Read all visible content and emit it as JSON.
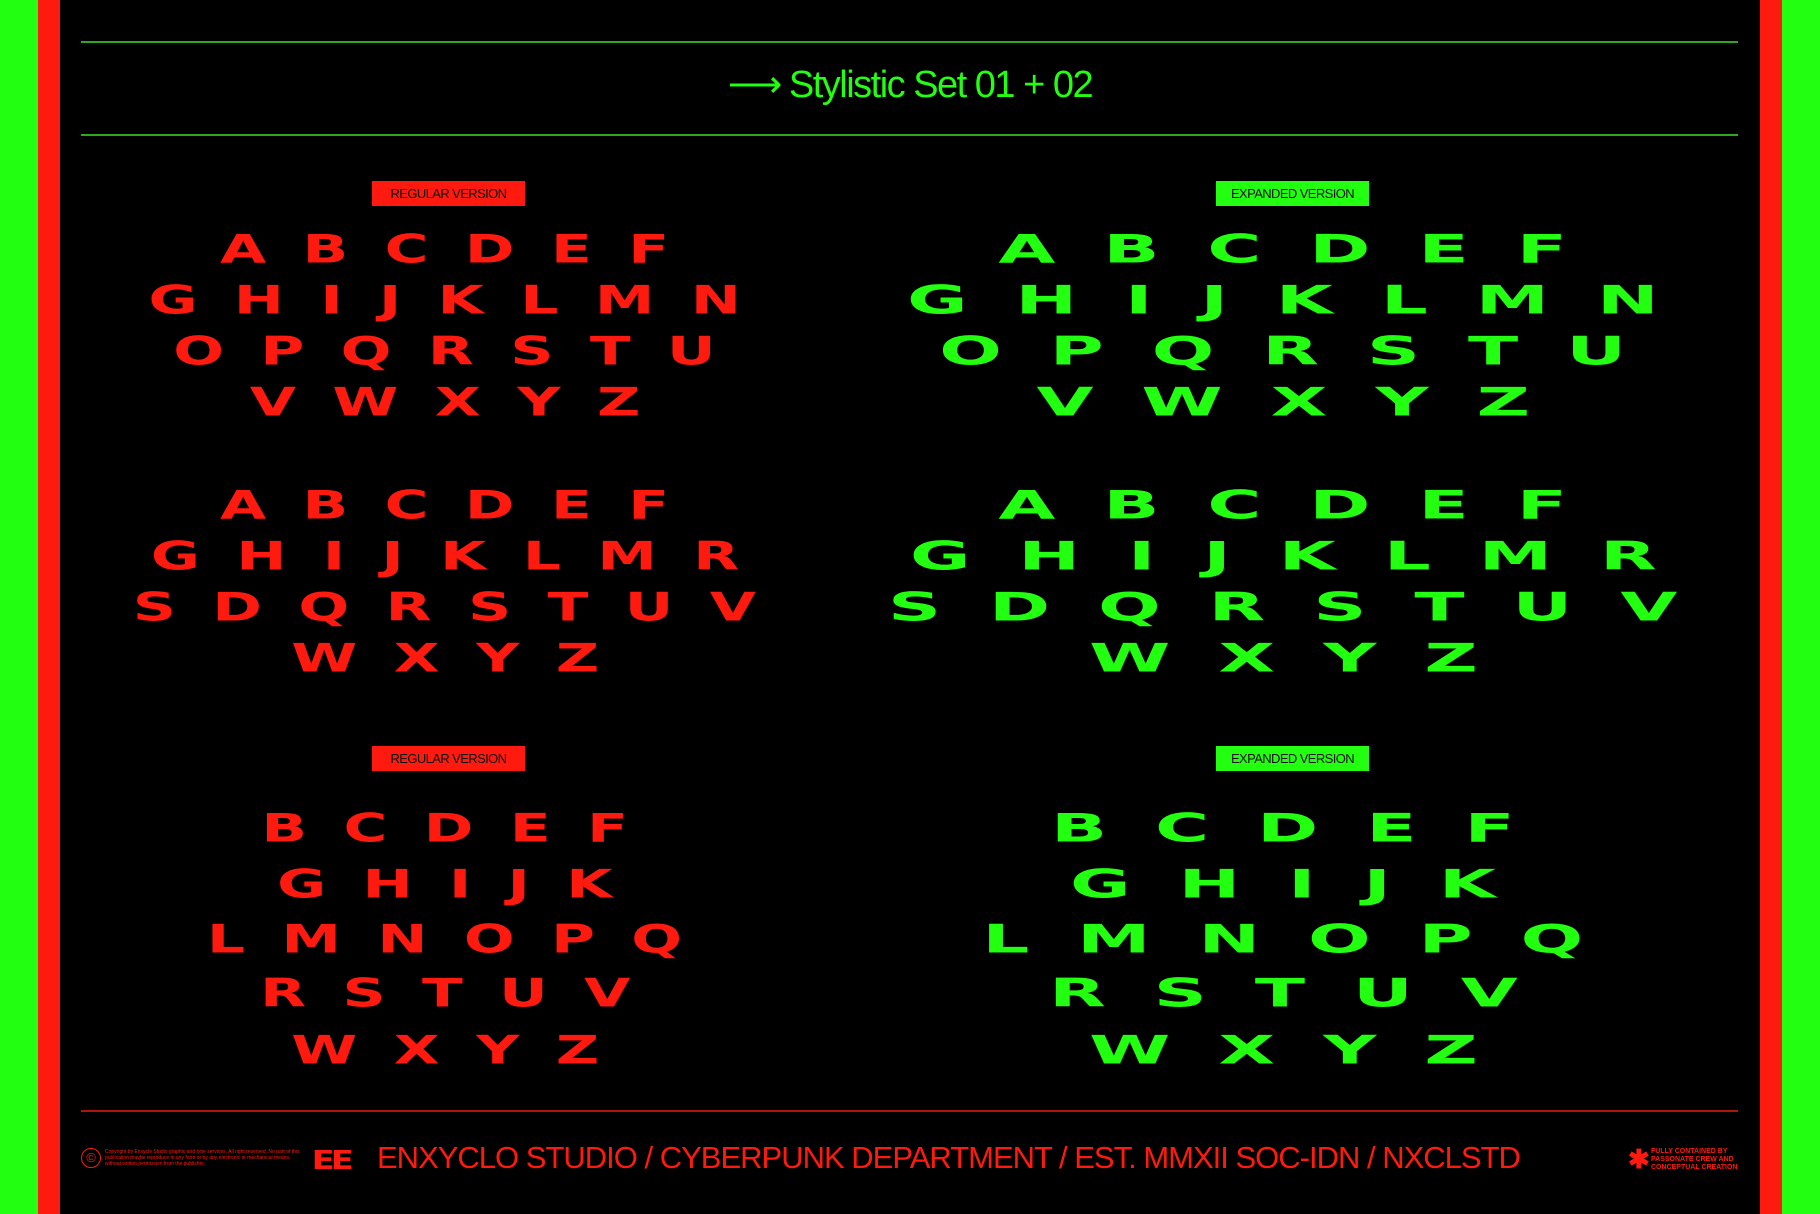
{
  "colors": {
    "green": "#22ff10",
    "red": "#ff1a0f",
    "background": "#000000"
  },
  "header": {
    "arrow_icon": "arrow-right-icon",
    "arrow": "⟶",
    "title": "Stylistic Set 01 + 02"
  },
  "sections": [
    {
      "label": "REGULAR VERSION",
      "rows": [
        "ABCDEF",
        "GHIJKLMN",
        "OPQRSTU",
        "VWXYZ"
      ]
    },
    {
      "label": "EXPANDED VERSION",
      "rows": [
        "ABCDEF",
        "GHIJKLMN",
        "OPQRSTU",
        "VWXYZ"
      ]
    }
  ],
  "set2": {
    "regular_rows": [
      "ABCDEF",
      "GHIJKLMR",
      "SDQRSTUV",
      "WXYZ"
    ],
    "expanded_rows": [
      "ABCDEF",
      "GHIJKLMR",
      "SDQRSTUV",
      "WXYZ"
    ]
  },
  "set3": {
    "regular_label": "REGULAR VERSION",
    "expanded_label": "EXPANDED VERSION",
    "rows": [
      "BCDEF",
      "GHIJK",
      "LMNOPQ",
      "RSTUV",
      "WXYZ"
    ]
  },
  "footer": {
    "copyright_icon": "©",
    "fineprint": "Copyright by Enxyclo Studio graphic and type services. All right reserved. No part of this publication maybe reproduce in any form or by any electronic or mechanical means, without written permission from the publisher.",
    "logo": "EE",
    "studio": "ENXYCLO STUDIO / CYBERPUNK DEPARTMENT / EST. MMXII SOC-IDN / NXCLSTD",
    "asterisk": "✱",
    "tagline": "FULLY CONTAINED BY PASSONATE CREW AND CONCEPTUAL CREATION"
  }
}
